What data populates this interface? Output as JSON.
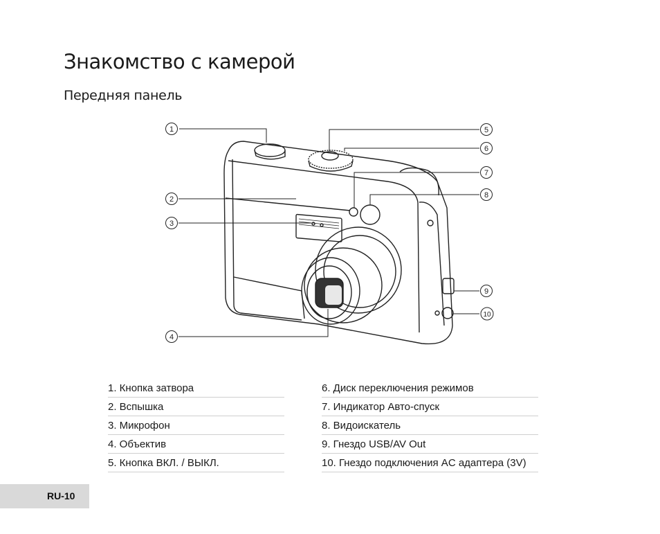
{
  "page": {
    "title": "Знакомство с камерой",
    "subtitle": "Передняя панель",
    "page_number": "RU-10"
  },
  "callouts": [
    "1",
    "2",
    "3",
    "4",
    "5",
    "6",
    "7",
    "8",
    "9",
    "10"
  ],
  "legend": {
    "left": [
      "1. Кнопка затвора",
      "2. Вспышка",
      "3. Микрофон",
      "4. Объектив",
      "5. Кнопка ВКЛ. / ВЫКЛ."
    ],
    "right": [
      "6. Диск переключения режимов",
      "7. Индикатор Авто-спуск",
      "8. Видоискатель",
      "9. Гнездо USB/AV Out",
      "10. Гнездо подключения AC адаптера (3V)"
    ]
  }
}
